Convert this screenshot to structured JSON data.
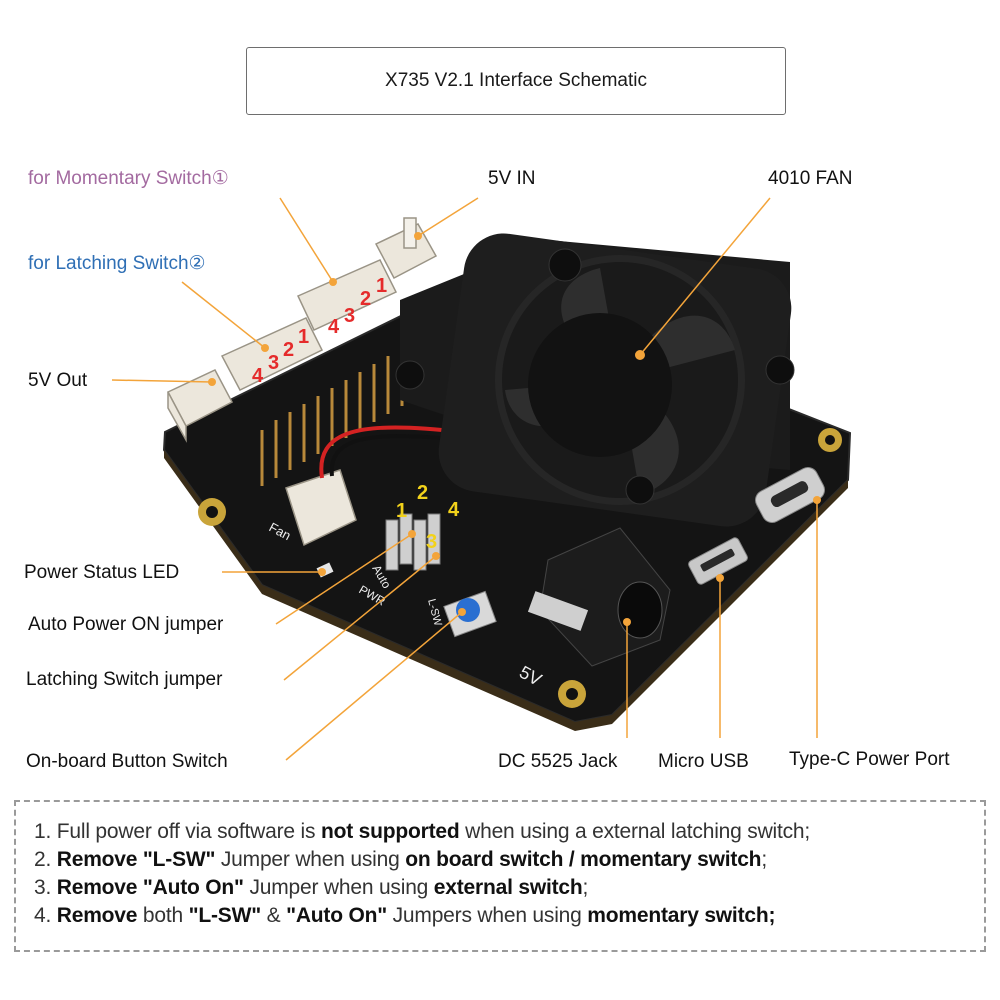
{
  "title": "X735 V2.1 Interface Schematic",
  "labels": {
    "momentary_switch": "for Momentary Switch①",
    "latching_switch": "for Latching Switch②",
    "five_v_in": "5V IN",
    "fan": "4010 FAN",
    "five_v_out": "5V Out",
    "power_status_led": "Power Status LED",
    "auto_power_on_jumper": "Auto Power ON jumper",
    "latching_switch_jumper": "Latching Switch jumper",
    "onboard_button_switch": "On-board Button Switch",
    "dc_jack": "DC 5525 Jack",
    "micro_usb": "Micro USB",
    "type_c": "Type-C Power Port"
  },
  "pin_numbers": {
    "connector_top": [
      "4",
      "3",
      "2",
      "1"
    ],
    "connector_bottom": [
      "4",
      "3",
      "2",
      "1"
    ],
    "jumper": [
      "1",
      "2",
      "3",
      "4"
    ]
  },
  "board_marks": {
    "five_v": "5V",
    "pwr": "PWR",
    "auto": "Auto",
    "fan": "Fan",
    "lsw": "L-SW"
  },
  "notes": [
    {
      "parts": [
        {
          "t": "1. Full power off via software is ",
          "b": false
        },
        {
          "t": "not supported",
          "b": true
        },
        {
          "t": " when using a external latching switch;",
          "b": false
        }
      ]
    },
    {
      "parts": [
        {
          "t": "2. ",
          "b": false
        },
        {
          "t": "Remove \"L-SW\"",
          "b": true
        },
        {
          "t": " Jumper when using ",
          "b": false
        },
        {
          "t": "on board switch / momentary switch",
          "b": true
        },
        {
          "t": ";",
          "b": false
        }
      ]
    },
    {
      "parts": [
        {
          "t": "3. ",
          "b": false
        },
        {
          "t": "Remove \"Auto On\"",
          "b": true
        },
        {
          "t": " Jumper when using ",
          "b": false
        },
        {
          "t": "external switch",
          "b": true
        },
        {
          "t": ";",
          "b": false
        }
      ]
    },
    {
      "parts": [
        {
          "t": "4. ",
          "b": false
        },
        {
          "t": "Remove",
          "b": true
        },
        {
          "t": " both ",
          "b": false
        },
        {
          "t": "\"L-SW\"",
          "b": true
        },
        {
          "t": " & ",
          "b": false
        },
        {
          "t": "\"Auto On\"",
          "b": true
        },
        {
          "t": " Jumpers when using ",
          "b": false
        },
        {
          "t": "momentary switch;",
          "b": true
        }
      ]
    }
  ],
  "colors": {
    "leader_line": "#f3a43a",
    "pin_red": "#e52b2b",
    "pin_yellow": "#f2d21b",
    "board": "#141414",
    "gold_pad": "#c9a43a"
  }
}
